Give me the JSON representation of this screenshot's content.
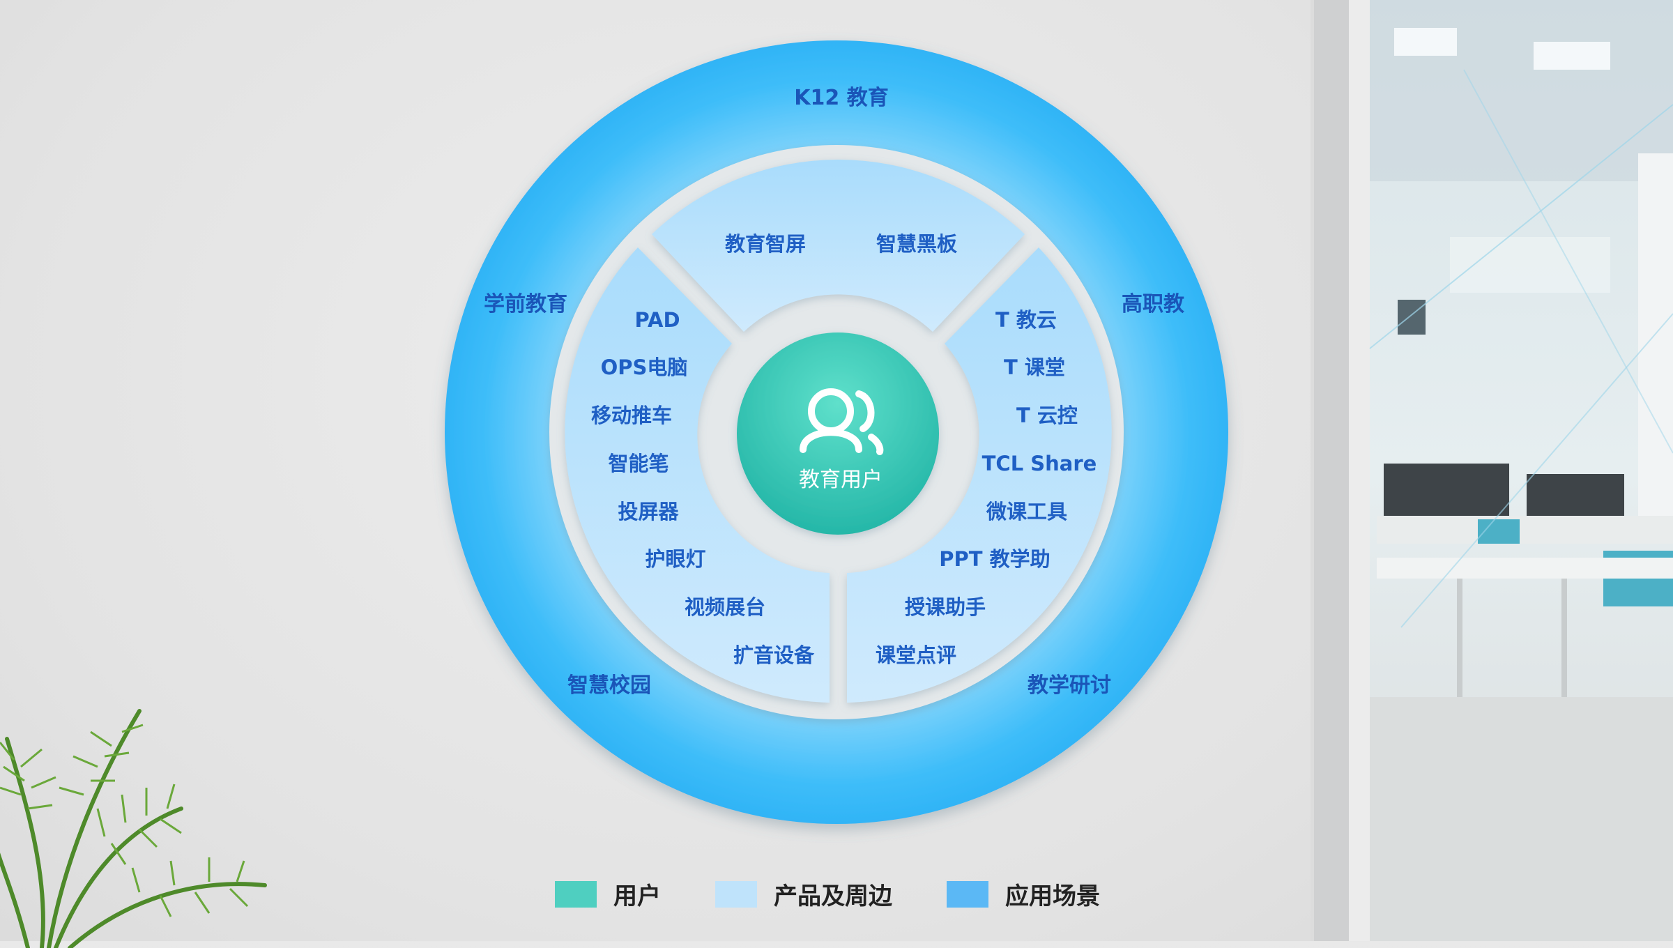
{
  "center": {
    "label": "教育用户",
    "icon": "users-icon"
  },
  "outer_ring": {
    "labels": [
      "K12 教育",
      "学前教育",
      "高职教",
      "智慧校园",
      "教学研讨"
    ]
  },
  "inner_ring": {
    "top": [
      "教育智屏",
      "智慧黑板"
    ],
    "left": [
      "PAD",
      "OPS电脑",
      "移动推车",
      "智能笔",
      "投屏器",
      "护眼灯",
      "视频展台",
      "扩音设备"
    ],
    "right": [
      "T 教云",
      "T 课堂",
      "T 云控",
      "TCL Share",
      "微课工具",
      "PPT 教学助",
      "授课助手",
      "课堂点评"
    ]
  },
  "legend": [
    {
      "label": "用户",
      "color": "#4fcfc0"
    },
    {
      "label": "产品及周边",
      "color": "#bfe3fb"
    },
    {
      "label": "应用场景",
      "color": "#5bb8f5"
    }
  ]
}
